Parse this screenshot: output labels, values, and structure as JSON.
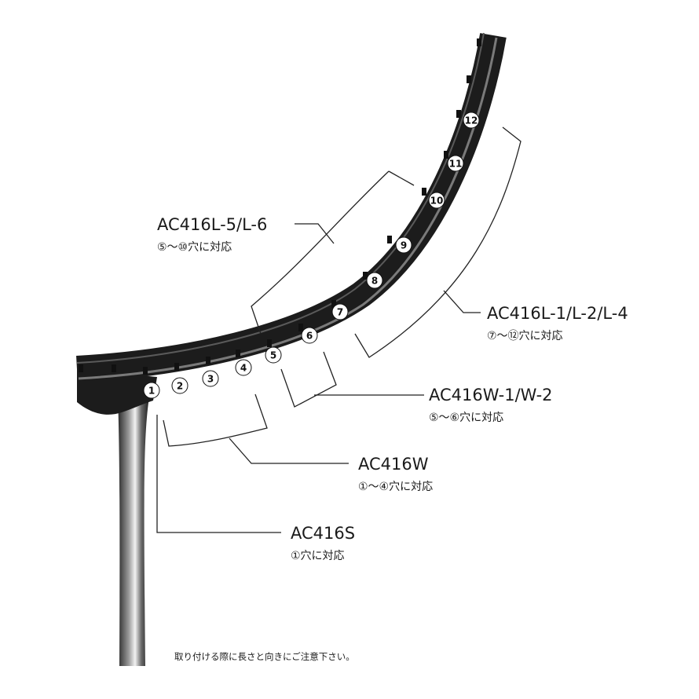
{
  "hole_markers": [
    "①",
    "②",
    "③",
    "④",
    "⑤",
    "⑥",
    "⑦",
    "⑧",
    "⑨",
    "⑩",
    "⑪",
    "⑫"
  ],
  "products": [
    {
      "name": "AC416L-5/L-6",
      "range": "⑤～⑩穴に対応"
    },
    {
      "name": "AC416L-1/L-2/L-4",
      "range": "⑦～⑫穴に対応"
    },
    {
      "name": "AC416W-1/W-2",
      "range": "⑤～⑥穴に対応"
    },
    {
      "name": "AC416W",
      "range": "①～④穴に対応"
    },
    {
      "name": "AC416S",
      "range": "①穴に対応"
    }
  ],
  "footer_note": "取り付ける際に長さと向きにご注意下さい。",
  "colors": {
    "frame": "#1c1c1c",
    "frame_highlight": "#8a8a8a",
    "leader": "#222222",
    "marker_fill": "#ffffff"
  },
  "image_subject": "racket-frame"
}
